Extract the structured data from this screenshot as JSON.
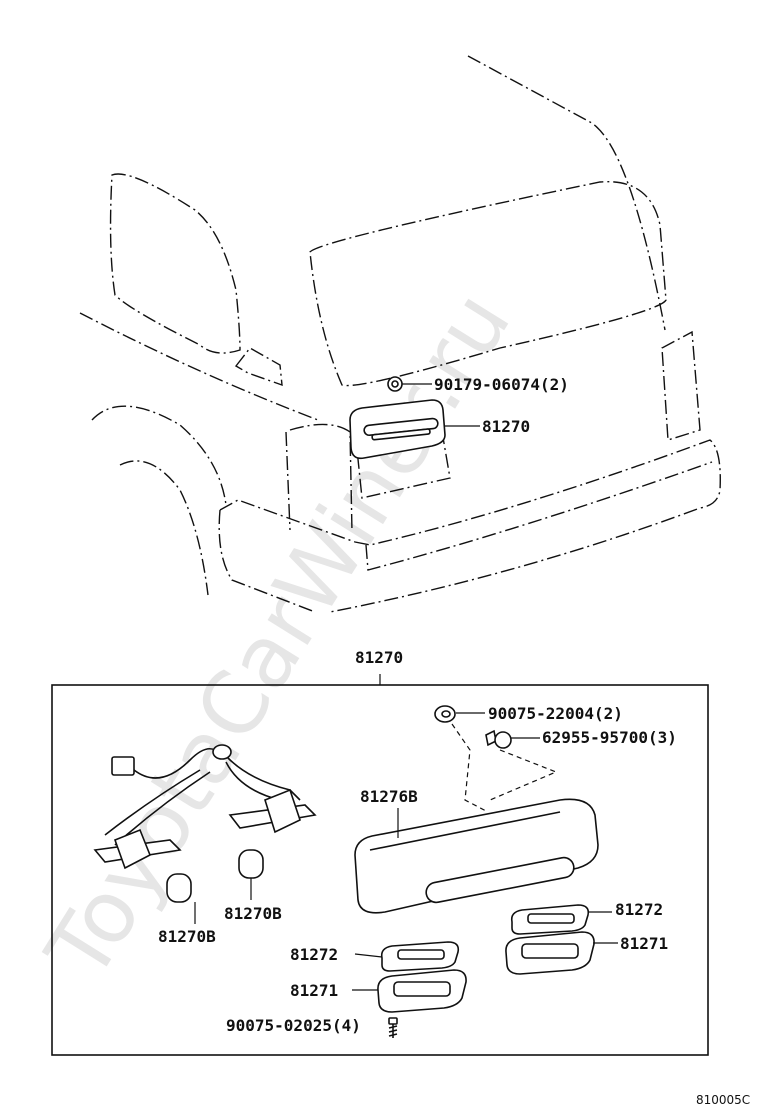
{
  "watermark": "ToyotaCarWiner.ru",
  "figure_code": "810005C",
  "labels": {
    "grommet_top": "90179-06074(2)",
    "lamp_top": "81270",
    "box_title": "81270",
    "nut": "90075-22004(2)",
    "bolt": "62955-95700(3)",
    "lens": "81276B",
    "bulb_right": "81270B",
    "bulb_left": "81270B",
    "gasket_right": "81272",
    "gasket_left": "81272",
    "housing_right": "81271",
    "housing_left": "81271",
    "screw": "90075-02025(4)"
  }
}
